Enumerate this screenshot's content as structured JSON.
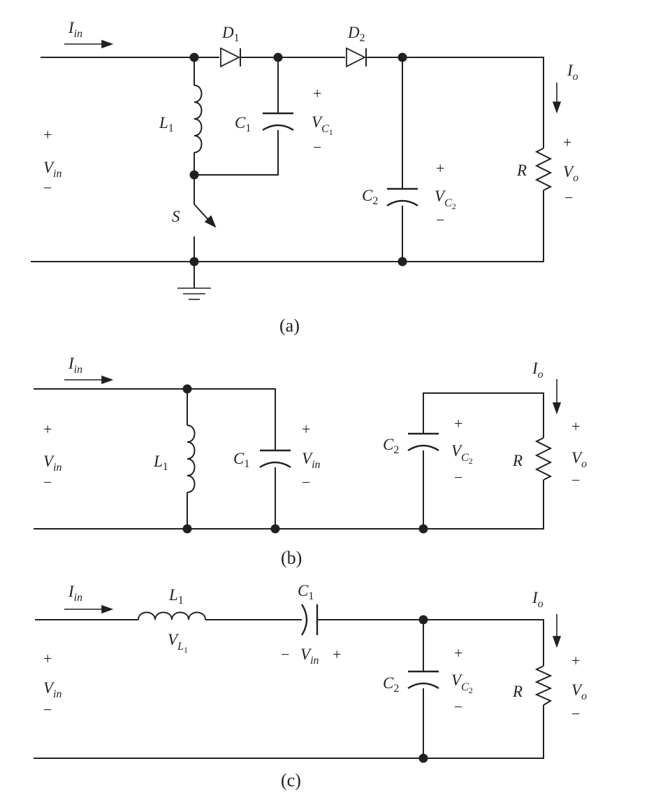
{
  "diagram": {
    "panels": [
      {
        "caption": "(a)",
        "labels": {
          "input_current": "I",
          "input_current_sub": "in",
          "input_voltage": "V",
          "input_voltage_sub": "in",
          "plus": "+",
          "minus": "−",
          "d1": "D",
          "d1_sub": "1",
          "d2": "D",
          "d2_sub": "2",
          "l1": "L",
          "l1_sub": "1",
          "c1": "C",
          "c1_sub": "1",
          "vc1": "V",
          "vc1_sub": "C",
          "vc1_subsub": "1",
          "c2": "C",
          "c2_sub": "2",
          "vc2": "V",
          "vc2_sub": "C",
          "vc2_subsub": "2",
          "switch": "S",
          "resistor": "R",
          "output_current": "I",
          "output_current_sub": "o",
          "output_voltage": "V",
          "output_voltage_sub": "o"
        }
      },
      {
        "caption": "(b)",
        "labels": {
          "input_current": "I",
          "input_current_sub": "in",
          "input_voltage": "V",
          "input_voltage_sub": "in",
          "plus": "+",
          "minus": "−",
          "l1": "L",
          "l1_sub": "1",
          "c1": "C",
          "c1_sub": "1",
          "vc1": "V",
          "vc1_sub": "in",
          "c2": "C",
          "c2_sub": "2",
          "vc2": "V",
          "vc2_sub": "C",
          "vc2_subsub": "2",
          "resistor": "R",
          "output_current": "I",
          "output_current_sub": "o",
          "output_voltage": "V",
          "output_voltage_sub": "o"
        }
      },
      {
        "caption": "(c)",
        "labels": {
          "input_current": "I",
          "input_current_sub": "in",
          "input_voltage": "V",
          "input_voltage_sub": "in",
          "plus": "+",
          "minus": "−",
          "l1": "L",
          "l1_sub": "1",
          "vl1": "V",
          "vl1_sub": "L",
          "vl1_subsub": "1",
          "c1": "C",
          "c1_sub": "1",
          "vc1": "V",
          "vc1_sub": "in",
          "c2": "C",
          "c2_sub": "2",
          "vc2": "V",
          "vc2_sub": "C",
          "vc2_subsub": "2",
          "resistor": "R",
          "output_current": "I",
          "output_current_sub": "o",
          "output_voltage": "V",
          "output_voltage_sub": "o"
        }
      }
    ]
  }
}
